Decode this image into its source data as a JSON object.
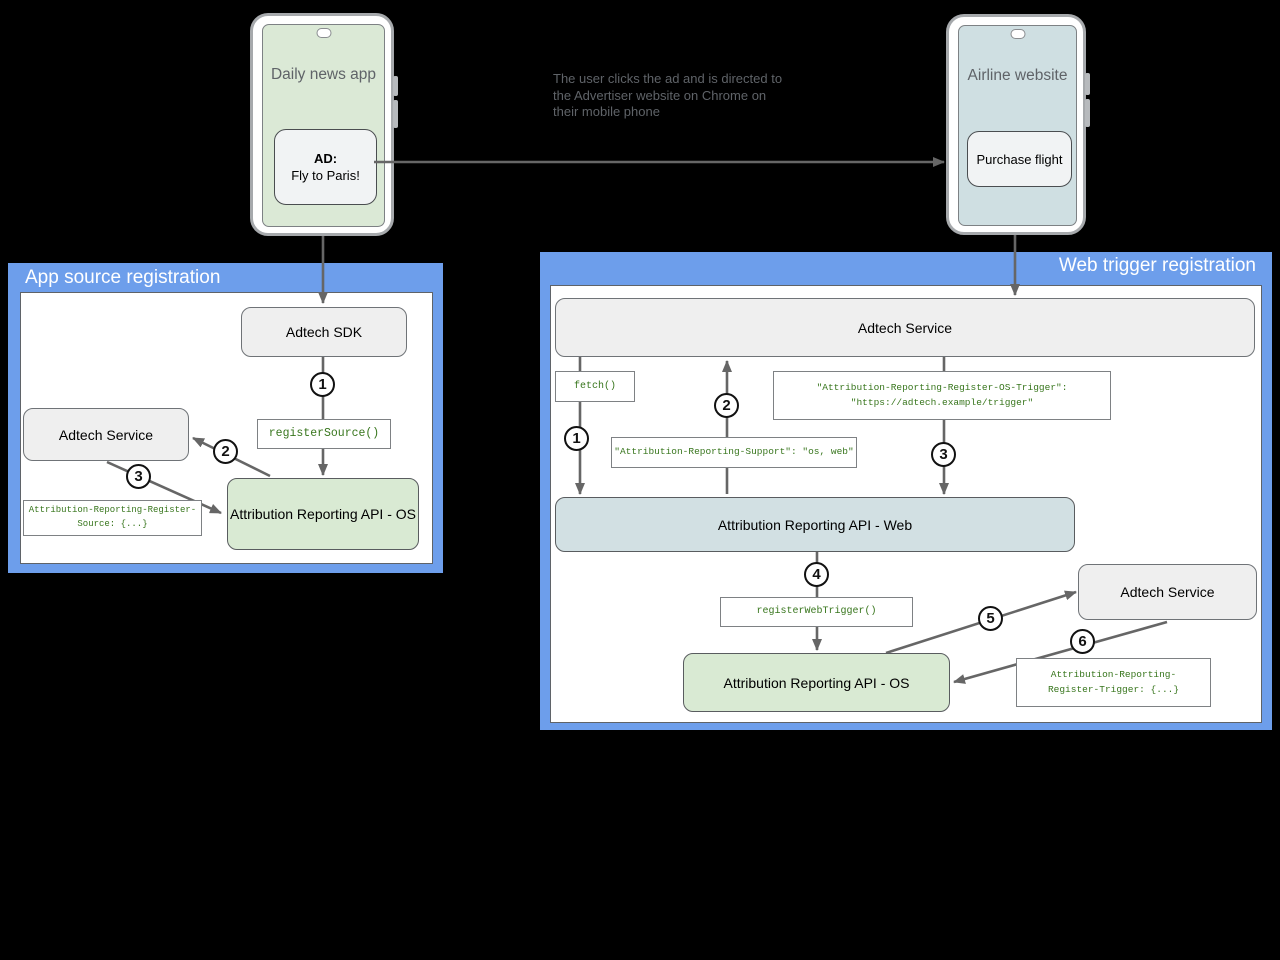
{
  "top": {
    "left_phone": {
      "screen_title": "Daily news app",
      "ad_label": "AD:",
      "ad_text": "Fly to Paris!"
    },
    "annotation": "The user clicks the ad and is directed to\nthe Advertiser website on Chrome on\ntheir mobile phone",
    "right_phone": {
      "screen_title": "Airline website",
      "button_label": "Purchase flight"
    }
  },
  "app_source_panel": {
    "title": "App source registration",
    "boxes": {
      "adtech_sdk": "Adtech SDK",
      "register_source_code": "registerSource()",
      "adtech_service": "Adtech Service",
      "register_source_header": "Attribution-Reporting-Register-\nSource: {...}",
      "api_os": "Attribution Reporting API - OS"
    },
    "steps": [
      "1",
      "2",
      "3"
    ]
  },
  "web_trigger_panel": {
    "title": "Web trigger registration",
    "boxes": {
      "adtech_service_top": "Adtech Service",
      "fetch_code": "fetch()",
      "register_os_trigger_header": "\"Attribution-Reporting-Register-OS-Trigger\":\n\"https://adtech.example/trigger\"",
      "support_header": "\"Attribution-Reporting-Support\": \"os, web\"",
      "api_web": "Attribution Reporting API - Web",
      "register_web_trigger_code": "registerWebTrigger()",
      "adtech_service_right": "Adtech Service",
      "register_trigger_header": "Attribution-Reporting-\nRegister-Trigger: {...}",
      "api_os": "Attribution Reporting API - OS"
    },
    "steps": [
      "1",
      "2",
      "3",
      "4",
      "5",
      "6"
    ]
  },
  "colors": {
    "panel_blue": "#6d9eeb",
    "box_gray": "#efefef",
    "box_green": "#d9ead3",
    "box_blue": "#d2e0e3",
    "code_green": "#38761d",
    "arrow_gray": "#666666"
  }
}
